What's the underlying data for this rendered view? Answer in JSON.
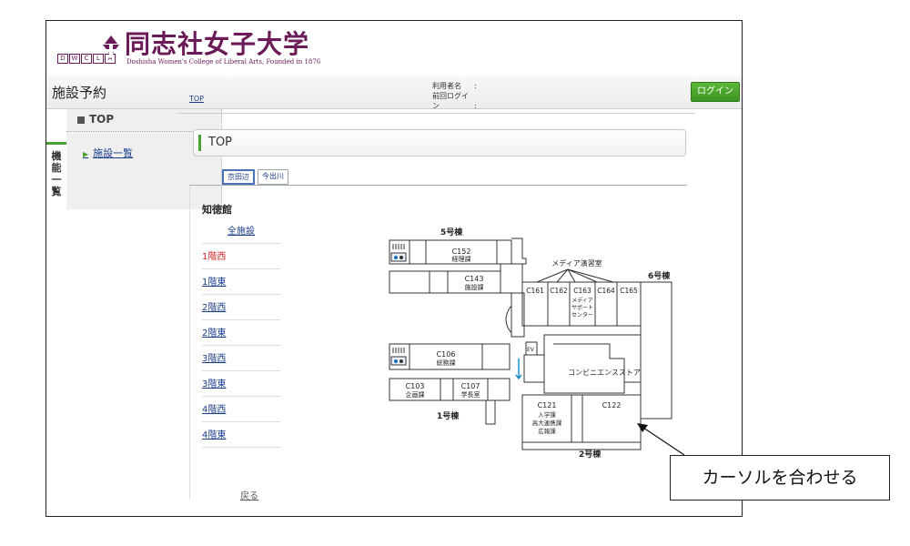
{
  "header": {
    "logo_letters": [
      "D",
      "W",
      "C",
      "L",
      "A"
    ],
    "university_name": "同志社女子大学",
    "university_subtitle": "Doshisha Women's College of Liberal Arts, Founded in 1876",
    "app_title": "施設予約",
    "user_label": "利用者名",
    "last_login_label": "前回ログイン",
    "user_value": ":",
    "last_login_value": ":",
    "login_button": "ログイン"
  },
  "sidebar": {
    "rail_label": "機能一覧",
    "top_label": "TOP",
    "items": [
      {
        "label": "施設一覧"
      }
    ]
  },
  "main": {
    "breadcrumb": "TOP",
    "page_title": "TOP",
    "tabs": [
      {
        "label": "京田辺",
        "active": true
      },
      {
        "label": "今出川",
        "active": false
      }
    ],
    "building": "知徳館",
    "floors": [
      {
        "label": "全施設"
      },
      {
        "label": "1階西",
        "active": true
      },
      {
        "label": "1階東"
      },
      {
        "label": "2階西"
      },
      {
        "label": "2階東"
      },
      {
        "label": "3階西"
      },
      {
        "label": "3階東"
      },
      {
        "label": "4階西"
      },
      {
        "label": "4階東"
      }
    ],
    "back_link": "戻る"
  },
  "floor_map": {
    "building_5": "5号棟",
    "building_6": "6号棟",
    "building_1": "1号棟",
    "building_2": "2号棟",
    "media_room": "メディア演習室",
    "rooms": {
      "c152": "C152",
      "c152_name": "経理課",
      "c143": "C143",
      "c143_name": "施設課",
      "c106": "C106",
      "c106_name": "総務課",
      "c103": "C103",
      "c103_name": "企画課",
      "c107": "C107",
      "c107_name": "学長室",
      "c121": "C121",
      "c121_name1": "入学課",
      "c121_name2": "高大連携課",
      "c121_name3": "広報課",
      "c122": "C122",
      "c161": "C161",
      "c162": "C162",
      "c163": "C163",
      "c164": "C164",
      "c165": "C165",
      "c163_name1": "メディア",
      "c163_name2": "サポート",
      "c163_name3": "センター",
      "store": "コンビニエンスストア",
      "ev": "EV"
    }
  },
  "annotation": {
    "callout_text": "カーソルを合わせる"
  },
  "colors": {
    "brand": "#6a1b58",
    "accent": "#4aa232",
    "link": "#1a3c8c",
    "active_floor": "#d42020"
  }
}
